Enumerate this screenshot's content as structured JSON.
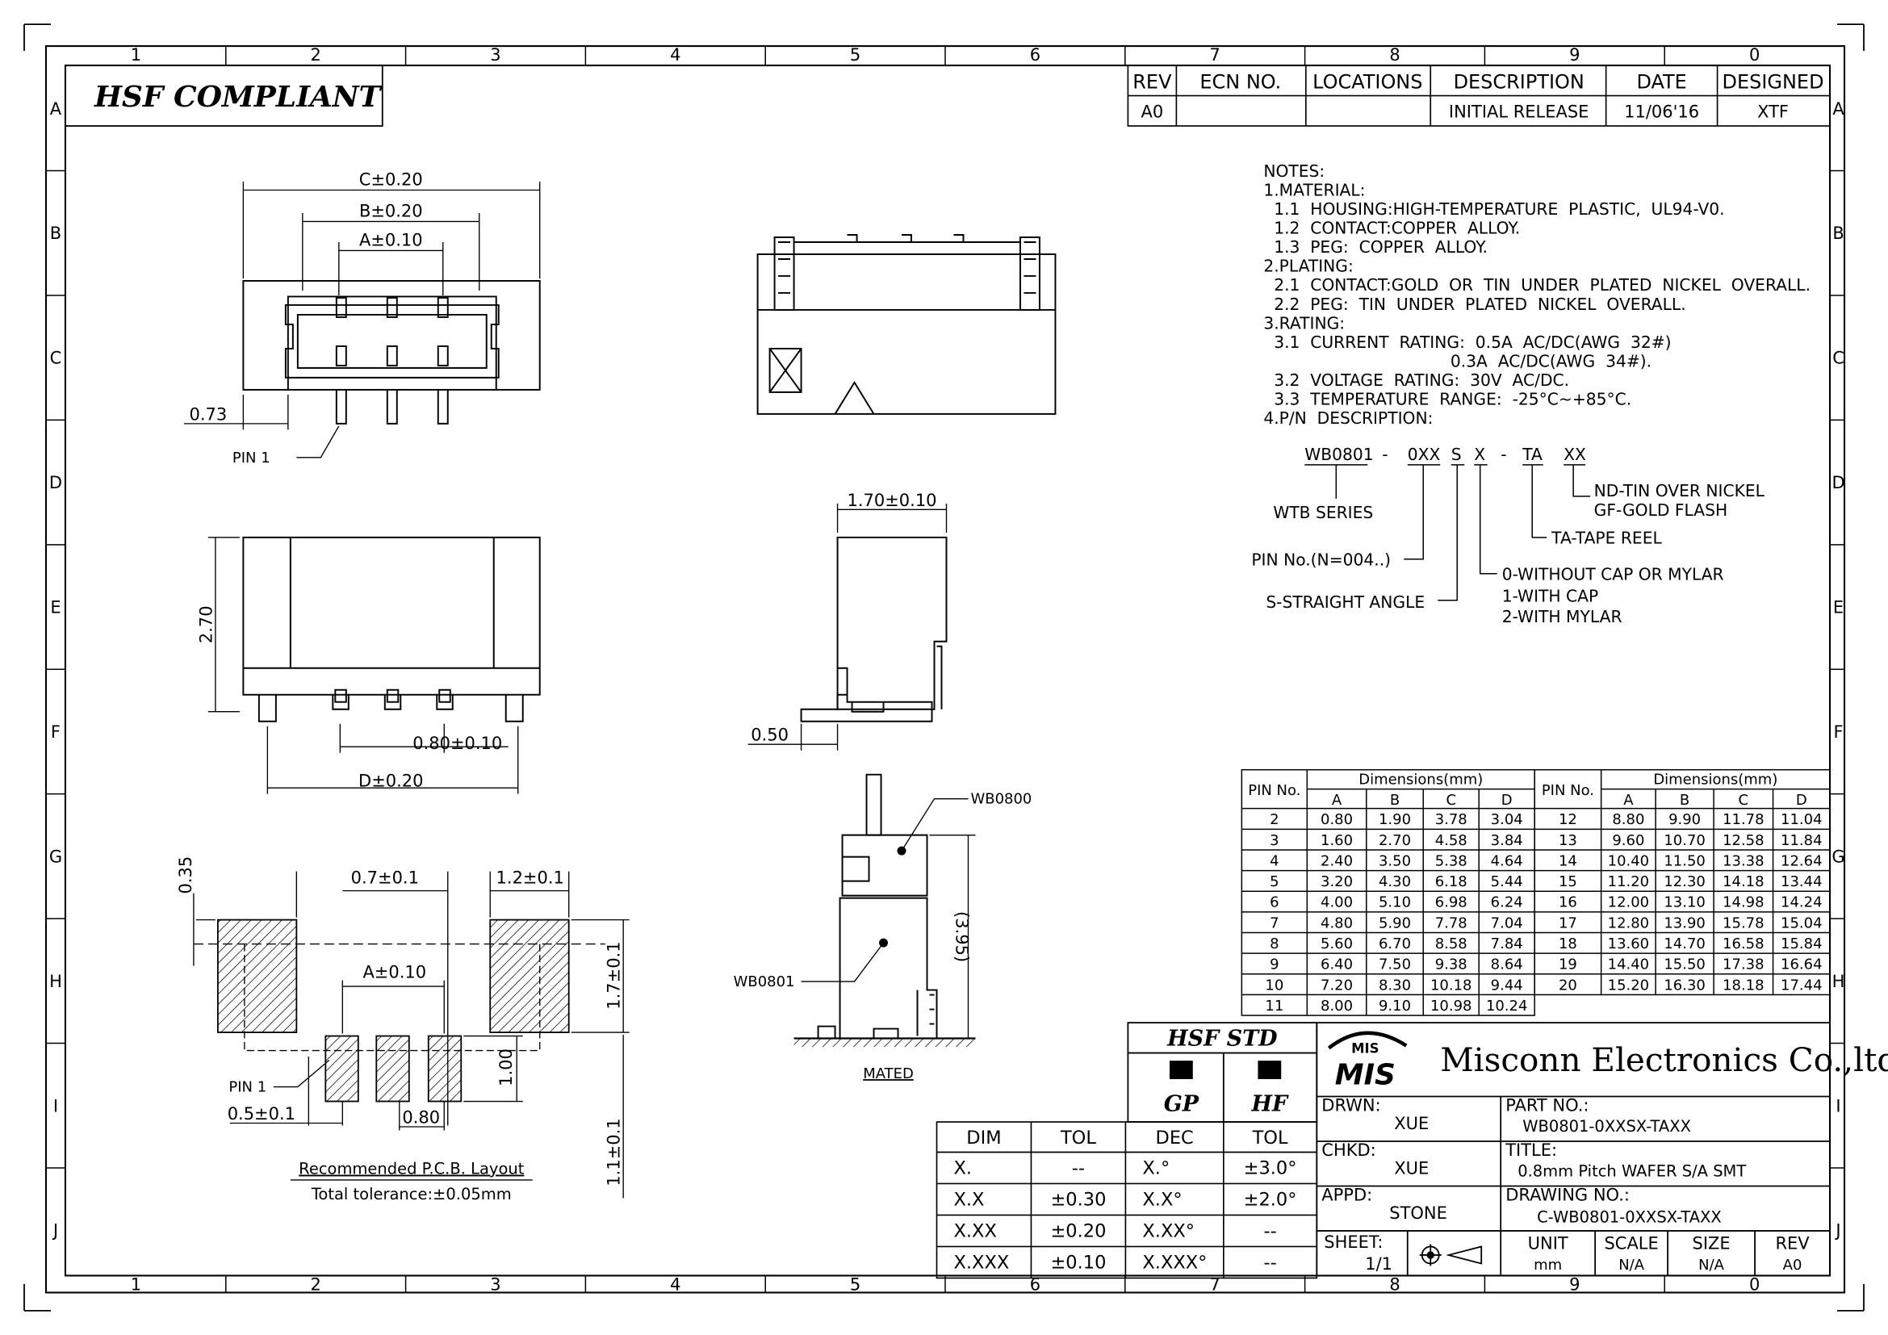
{
  "title_block": {
    "hsf_compliant": "HSF COMPLIANT",
    "company": "Misconn Electronics Co.,ltd.",
    "logo": "MIS",
    "drwn_label": "DRWN:",
    "drwn_value": "XUE",
    "chkd_label": "CHKD:",
    "chkd_value": "XUE",
    "appd_label": "APPD:",
    "appd_value": "STONE",
    "part_no_label": "PART NO.:",
    "part_no_value": "WB0801-0XXSX-TAXX",
    "title_label": "TITLE:",
    "title_value": "0.8mm Pitch WAFER S/A SMT",
    "drawing_no_label": "DRAWING NO.:",
    "drawing_no_value": "C-WB0801-0XXSX-TAXX",
    "sheet_label": "SHEET:",
    "sheet_value": "1/1",
    "unit_label": "UNIT",
    "unit_value": "mm",
    "scale_label": "SCALE",
    "scale_value": "N/A",
    "size_label": "SIZE",
    "size_value": "N/A",
    "rev_label": "REV",
    "rev_value": "A0",
    "hsf_std": "HSF STD",
    "gp": "GP",
    "hf": "HF"
  },
  "revision_table": {
    "headers": [
      "REV",
      "ECN NO.",
      "LOCATIONS",
      "DESCRIPTION",
      "DATE",
      "DESIGNED"
    ],
    "row": [
      "A0",
      "",
      "",
      "INITIAL RELEASE",
      "11/06'16",
      "XTF"
    ]
  },
  "tolerance_table": {
    "headers": [
      "DIM",
      "TOL",
      "DEC",
      "TOL"
    ],
    "rows": [
      [
        "X.",
        "--",
        "X.°",
        "±3.0°"
      ],
      [
        "X.X",
        "±0.30",
        "X.X°",
        "±2.0°"
      ],
      [
        "X.XX",
        "±0.20",
        "X.XX°",
        "--"
      ],
      [
        "X.XXX",
        "±0.10",
        "X.XXX°",
        "--"
      ]
    ]
  },
  "notes": [
    "NOTES:",
    "1.MATERIAL:",
    "  1.1  HOUSING:HIGH-TEMPERATURE  PLASTIC,  UL94-V0.",
    "  1.2  CONTACT:COPPER  ALLOY.",
    "  1.3  PEG:  COPPER  ALLOY.",
    "2.PLATING:",
    "  2.1  CONTACT:GOLD  OR  TIN  UNDER  PLATED  NICKEL  OVERALL.",
    "  2.2  PEG:  TIN  UNDER  PLATED  NICKEL  OVERALL.",
    "3.RATING:",
    "  3.1  CURRENT  RATING:  0.5A  AC/DC(AWG  32#)",
    "                                    0.3A  AC/DC(AWG  34#).",
    "  3.2  VOLTAGE  RATING:  30V  AC/DC.",
    "  3.3  TEMPERATURE  RANGE:  -25°C~+85°C.",
    "4.P/N  DESCRIPTION:"
  ],
  "pn_description": {
    "code": [
      "WB0801",
      "-",
      "0XX",
      "S",
      "X",
      "-",
      "TA",
      "XX"
    ],
    "labels": [
      "WTB  SERIES",
      "PIN  No.(N=004..)",
      "S-STRAIGHT  ANGLE",
      "0-WITHOUT  CAP  OR  MYLAR",
      "1-WITH  CAP",
      "2-WITH  MYLAR",
      "TA-TAPE  REEL",
      "ND-TIN  OVER  NICKEL",
      "GF-GOLD  FLASH"
    ]
  },
  "dimensions": {
    "c": "C±0.20",
    "b": "B±0.20",
    "a": "A±0.10",
    "d073": "0.73",
    "pin1": "PIN  1",
    "d270": "2.70",
    "d080": "0.80±0.10",
    "dD": "D±0.20",
    "d170": "1.70±0.10",
    "d050": "0.50",
    "wb0800": "WB0800",
    "wb0801": "WB0801",
    "d395": "(3.95)",
    "mated": "MATED",
    "d035": "0.35",
    "d07": "0.7±0.1",
    "d12": "1.2±0.1",
    "d17": "1.7±0.1",
    "pcb_a": "A±0.10",
    "d100": "1.00",
    "d11": "1.1±0.1",
    "d05": "0.5±0.1",
    "pcb_080": "0.80",
    "pcb_pin1": "PIN  1",
    "pcb_title": "Recommended  P.C.B.  Layout",
    "pcb_tol": "Total  tolerance:±0.05mm"
  },
  "dim_table": {
    "pin_header": "PIN  No.",
    "group_header": "Dimensions(mm)",
    "cols": [
      "A",
      "B",
      "C",
      "D"
    ],
    "left": [
      [
        "2",
        "0.80",
        "1.90",
        "3.78",
        "3.04"
      ],
      [
        "3",
        "1.60",
        "2.70",
        "4.58",
        "3.84"
      ],
      [
        "4",
        "2.40",
        "3.50",
        "5.38",
        "4.64"
      ],
      [
        "5",
        "3.20",
        "4.30",
        "6.18",
        "5.44"
      ],
      [
        "6",
        "4.00",
        "5.10",
        "6.98",
        "6.24"
      ],
      [
        "7",
        "4.80",
        "5.90",
        "7.78",
        "7.04"
      ],
      [
        "8",
        "5.60",
        "6.70",
        "8.58",
        "7.84"
      ],
      [
        "9",
        "6.40",
        "7.50",
        "9.38",
        "8.64"
      ],
      [
        "10",
        "7.20",
        "8.30",
        "10.18",
        "9.44"
      ],
      [
        "11",
        "8.00",
        "9.10",
        "10.98",
        "10.24"
      ]
    ],
    "right": [
      [
        "12",
        "8.80",
        "9.90",
        "11.78",
        "11.04"
      ],
      [
        "13",
        "9.60",
        "10.70",
        "12.58",
        "11.84"
      ],
      [
        "14",
        "10.40",
        "11.50",
        "13.38",
        "12.64"
      ],
      [
        "15",
        "11.20",
        "12.30",
        "14.18",
        "13.44"
      ],
      [
        "16",
        "12.00",
        "13.10",
        "14.98",
        "14.24"
      ],
      [
        "17",
        "12.80",
        "13.90",
        "15.78",
        "15.04"
      ],
      [
        "18",
        "13.60",
        "14.70",
        "16.58",
        "15.84"
      ],
      [
        "19",
        "14.40",
        "15.50",
        "17.38",
        "16.64"
      ],
      [
        "20",
        "15.20",
        "16.30",
        "18.18",
        "17.44"
      ]
    ]
  },
  "border": {
    "cols": [
      "1",
      "2",
      "3",
      "4",
      "5",
      "6",
      "7",
      "8",
      "9",
      "0"
    ],
    "rows": [
      "A",
      "B",
      "C",
      "D",
      "E",
      "F",
      "G",
      "H",
      "I",
      "J"
    ]
  }
}
